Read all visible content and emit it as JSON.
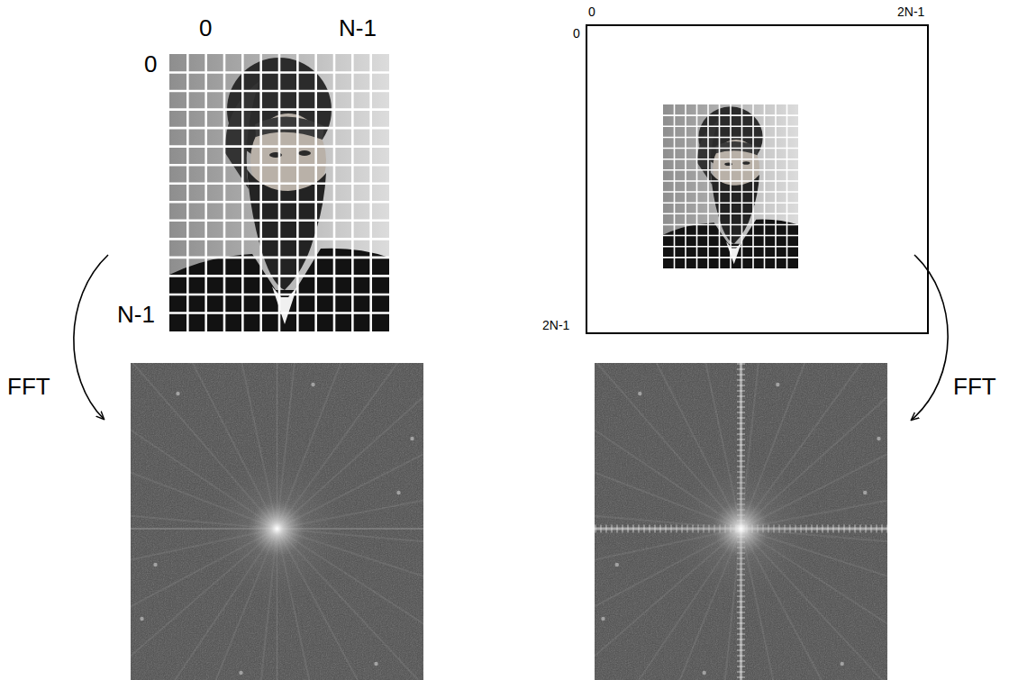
{
  "diagram": {
    "labels": [
      "0",
      "N-1",
      "0",
      "N-1",
      "0",
      "2N-1",
      "0",
      "2N-1",
      "FFT",
      "FFT"
    ]
  }
}
